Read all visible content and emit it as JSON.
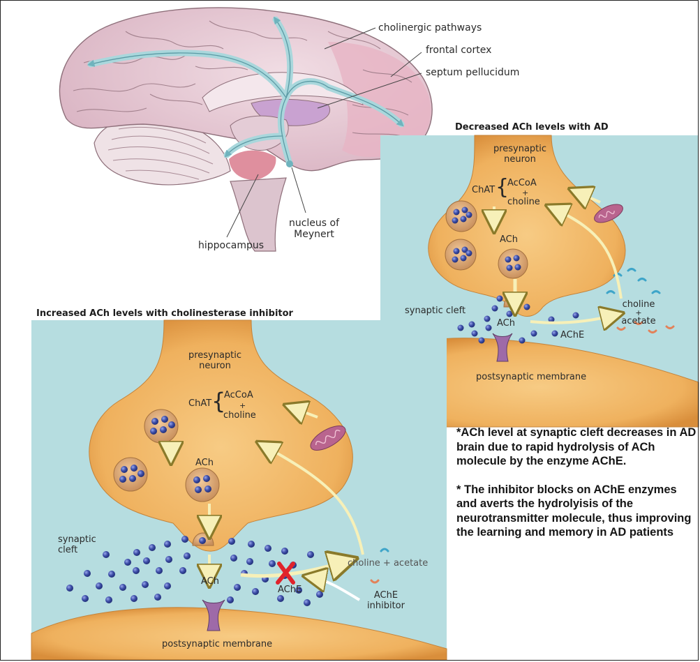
{
  "brain": {
    "cholinergic_pathways": "cholinergic pathways",
    "frontal_cortex": "frontal cortex",
    "septum_pellucidum": "septum pellucidum",
    "nucleus_of_meynert_line1": "nucleus of",
    "nucleus_of_meynert_line2": "Meynert",
    "hippocampus": "hippocampus"
  },
  "panel_ad": {
    "title": "Decreased ACh levels with AD",
    "presynaptic_line1": "presynaptic",
    "presynaptic_line2": "neuron",
    "chat": "ChAT",
    "acetyl_coa": "AcCoA",
    "plus": "+",
    "choline": "choline",
    "ach_vesicles": "ACh",
    "synaptic_cleft": "synaptic cleft",
    "ach_cleft": "ACh",
    "ache": "AChE",
    "products_line1": "choline",
    "products_plus": "+",
    "products_line2": "acetate",
    "postsynaptic": "postsynaptic membrane"
  },
  "panel_inhibitor": {
    "title": "Increased ACh levels with cholinesterase inhibitor",
    "presynaptic_line1": "presynaptic",
    "presynaptic_line2": "neuron",
    "chat": "ChAT",
    "acetyl_coa": "AcCoA",
    "plus": "+",
    "choline": "choline",
    "ach_vesicles": "ACh",
    "synaptic_cleft_line1": "synaptic",
    "synaptic_cleft_line2": "cleft",
    "ach_cleft": "ACh",
    "ache": "AChE",
    "products": "choline + acetate",
    "inhibitor_line1": "AChE",
    "inhibitor_line2": "inhibitor",
    "postsynaptic": "postsynaptic membrane"
  },
  "notes": {
    "note1": "*ACh level at synaptic cleft decreases in AD brain due to rapid hydrolysis of ACh molecule by the enzyme AChE.",
    "note2": "* The inhibitor blocks on AChE enzymes and averts the hydrolyisis of the neurotransmitter molecule, thus improving the learning and memory in AD patients"
  },
  "colors": {
    "synapse_bg": "#b6dde0",
    "neuron_fill": "#f0b564",
    "brain_fill": "#e8cdd6",
    "pathway": "#a9d7dc",
    "molecule": "#3d4ea8",
    "inhibitor_mark": "#e0232b"
  }
}
